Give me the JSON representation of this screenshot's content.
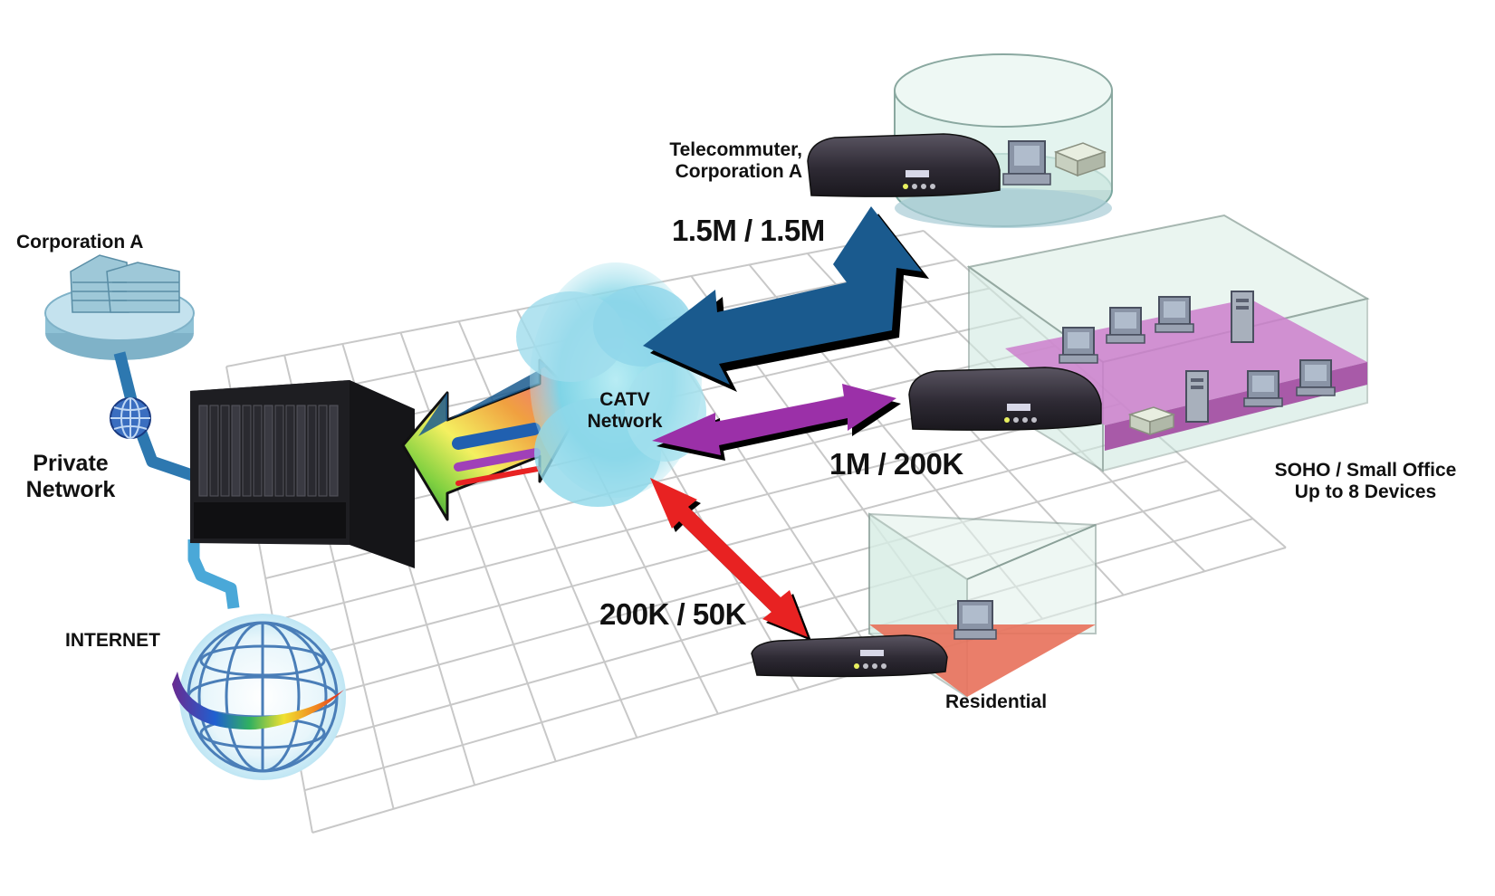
{
  "labels": {
    "corporation": "Corporation A",
    "private_network_line1": "Private",
    "private_network_line2": "Network",
    "internet": "INTERNET",
    "catv_line1": "CATV",
    "catv_line2": "Network",
    "telecommuter_line1": "Telecommuter,",
    "telecommuter_line2": "Corporation A",
    "soho_line1": "SOHO / Small Office",
    "soho_line2": "Up to 8 Devices",
    "residential": "Residential"
  },
  "links": [
    {
      "id": "telecommuter",
      "rate": "1.5M / 1.5M",
      "color": "#1a5a8e"
    },
    {
      "id": "soho",
      "rate": "1M / 200K",
      "color": "#9b30a8"
    },
    {
      "id": "residential",
      "rate": "200K / 50K",
      "color": "#e82222"
    }
  ],
  "colors": {
    "grid_line": "#c8c8c8",
    "cloud": "#7fd4e6",
    "headend": "#1e1e22",
    "modem": "#3a3540",
    "glass": "#d9efe8",
    "soho_floor": "#cc7fcc",
    "residential_floor": "#e8705a",
    "private_link": "#2d78b0"
  },
  "icons": {
    "headend": "cmts-chassis-icon",
    "modem": "cable-modem-icon",
    "cloud": "catv-cloud-icon",
    "globe": "internet-globe-icon",
    "corporation": "corporate-building-icon"
  }
}
